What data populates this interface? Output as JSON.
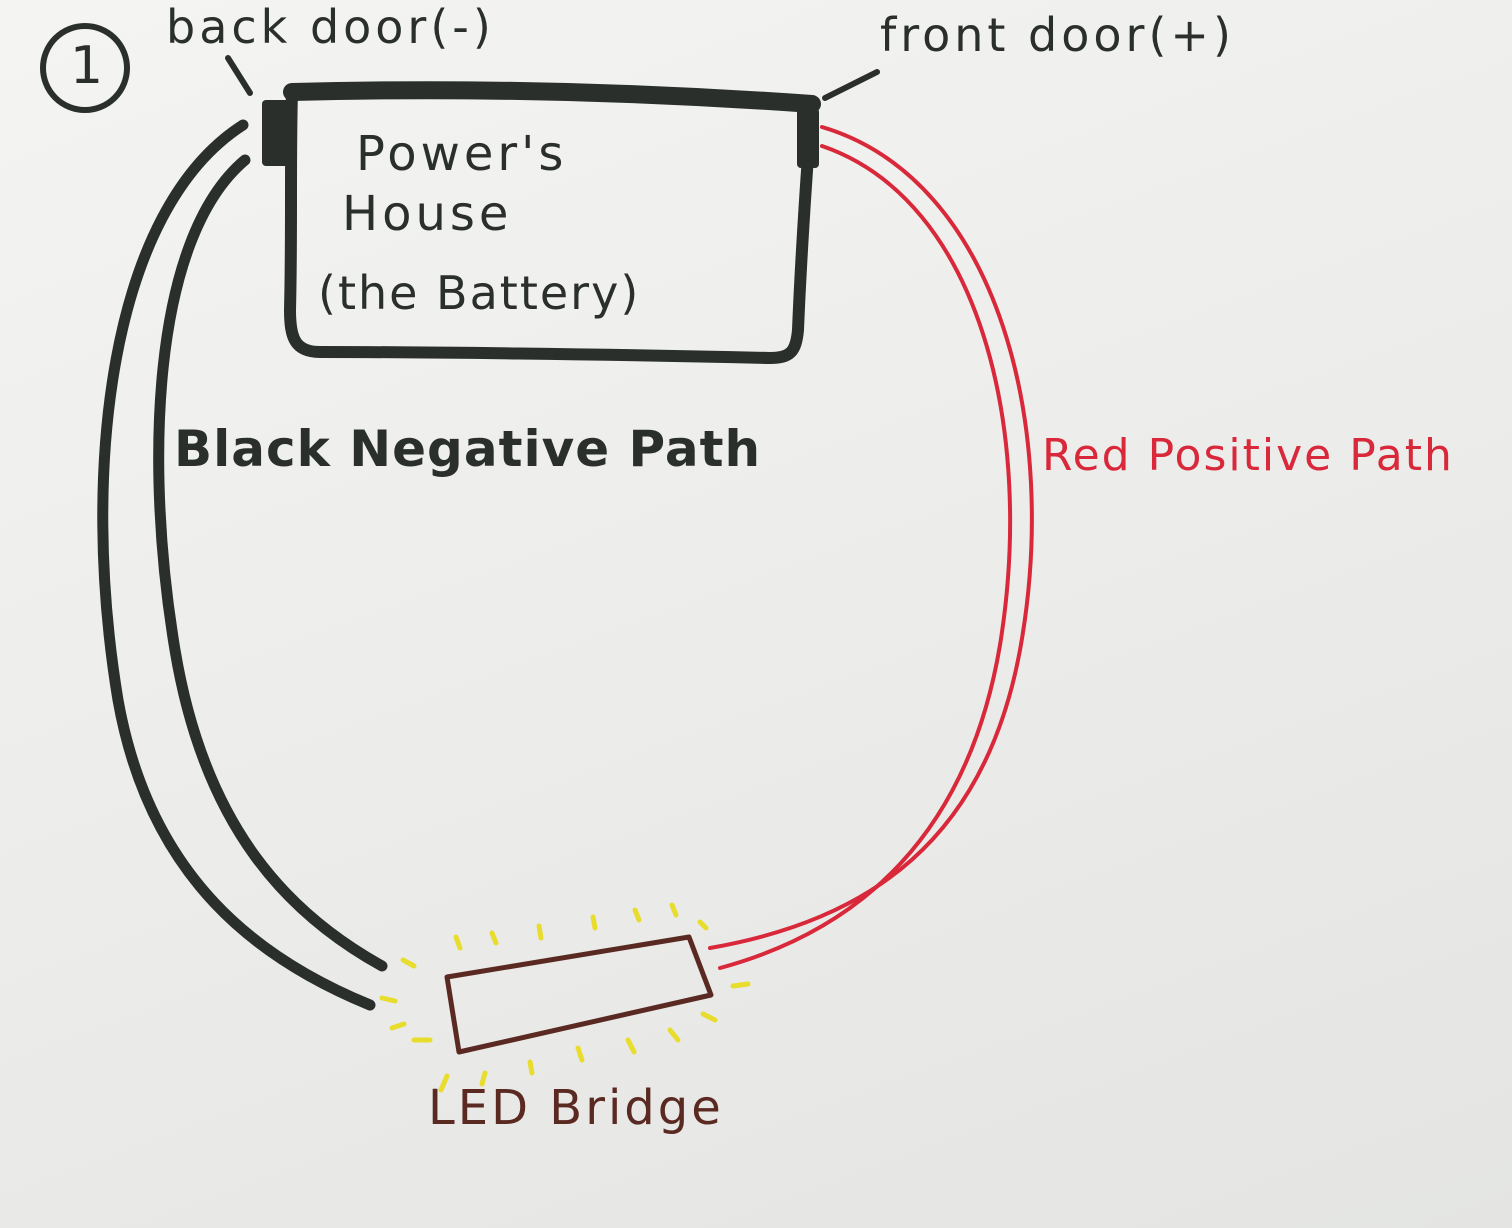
{
  "step_number": "1",
  "labels": {
    "back_door": "back door(-)",
    "front_door": "front door(+)",
    "battery_line1": "Power's",
    "battery_line2": "House",
    "battery_line3": "(the Battery)",
    "negative_path": "Black Negative Path",
    "positive_path": "Red Positive Path",
    "led": "LED Bridge"
  },
  "colors": {
    "ink": "#2a2f2c",
    "red": "#d8283a",
    "brown": "#5a2a22",
    "glow": "#e8dc2c"
  }
}
